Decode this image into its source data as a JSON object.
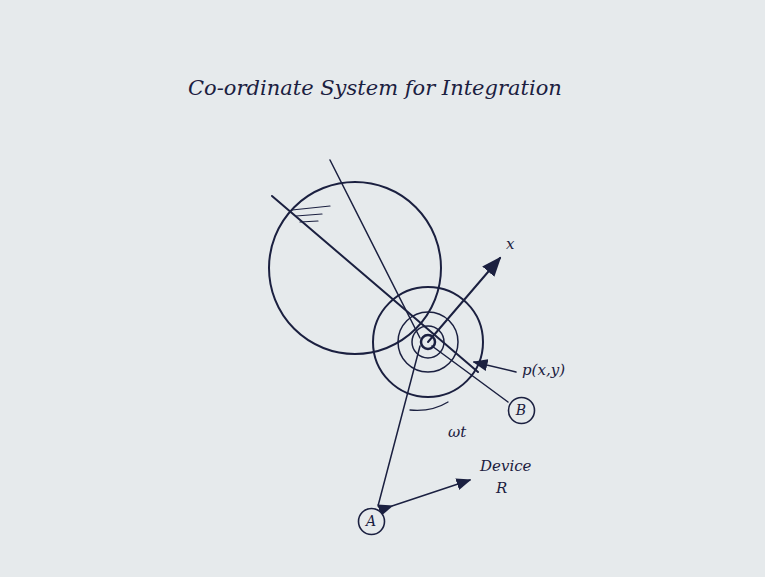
{
  "diagram": {
    "title": "Co-ordinate System for Integration",
    "nodes": [
      {
        "text": [
          "B"
        ]
      },
      {
        "text": [
          "A"
        ]
      }
    ],
    "labels": [
      "x",
      "p(x,y)",
      "ωt",
      "Device",
      "R"
    ]
  }
}
